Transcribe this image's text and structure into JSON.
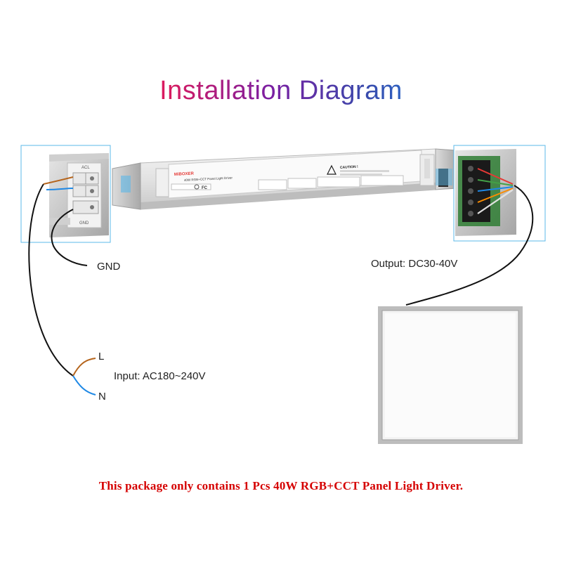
{
  "title": "Installation Diagram",
  "labels": {
    "gnd": "GND",
    "output": "Output: DC30-40V",
    "l": "L",
    "input": "Input: AC180~240V",
    "n": "N"
  },
  "terminal": {
    "acl": "ACL",
    "gnd": "GND"
  },
  "driver_label": {
    "brand": "MiBOXER",
    "model": "40W RGB+CCT Panel Light Driver",
    "caution": "CAUTION !"
  },
  "footer": "This package only contains 1 Pcs 40W RGB+CCT Panel Light Driver.",
  "colors": {
    "wire_live": "#b5651d",
    "wire_neutral": "#1e88e5",
    "wire_ground": "#111111",
    "footer": "#d50000",
    "highlight_box": "#5bb8e8"
  }
}
